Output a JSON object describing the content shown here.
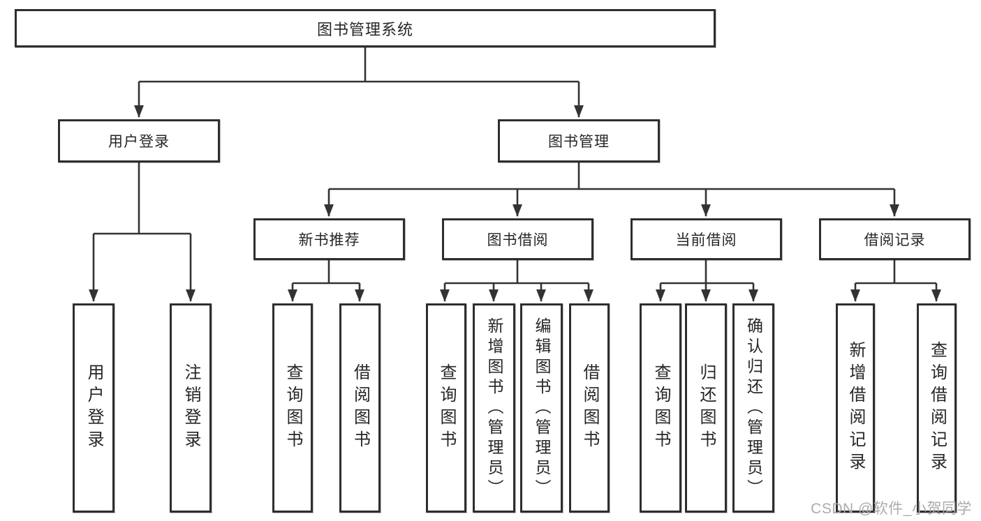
{
  "tree": {
    "root": "图书管理系统",
    "user_branch": {
      "label": "用户登录",
      "children": [
        {
          "label": "用户登录"
        },
        {
          "label": "注销登录"
        }
      ]
    },
    "book_branch": {
      "label": "图书管理",
      "sections": [
        {
          "label": "新书推荐",
          "children": [
            {
              "label": "查询图书"
            },
            {
              "label": "借阅图书"
            }
          ]
        },
        {
          "label": "图书借阅",
          "children": [
            {
              "label": "查询图书"
            },
            {
              "label": "新增图书（管理员）"
            },
            {
              "label": "编辑图书（管理员）"
            },
            {
              "label": "借阅图书"
            }
          ]
        },
        {
          "label": "当前借阅",
          "children": [
            {
              "label": "查询图书"
            },
            {
              "label": "归还图书"
            },
            {
              "label": "确认归还（管理员）"
            }
          ]
        },
        {
          "label": "借阅记录",
          "children": [
            {
              "label": "新增借阅记录"
            },
            {
              "label": "查询借阅记录"
            }
          ]
        }
      ]
    }
  },
  "watermark": {
    "text": "CSDN @软件_小贺同学"
  },
  "colors": {
    "line": "#333333",
    "box_border": "#2e2e2e",
    "text": "#262626",
    "watermark": "#ababab",
    "background": "#ffffff"
  }
}
